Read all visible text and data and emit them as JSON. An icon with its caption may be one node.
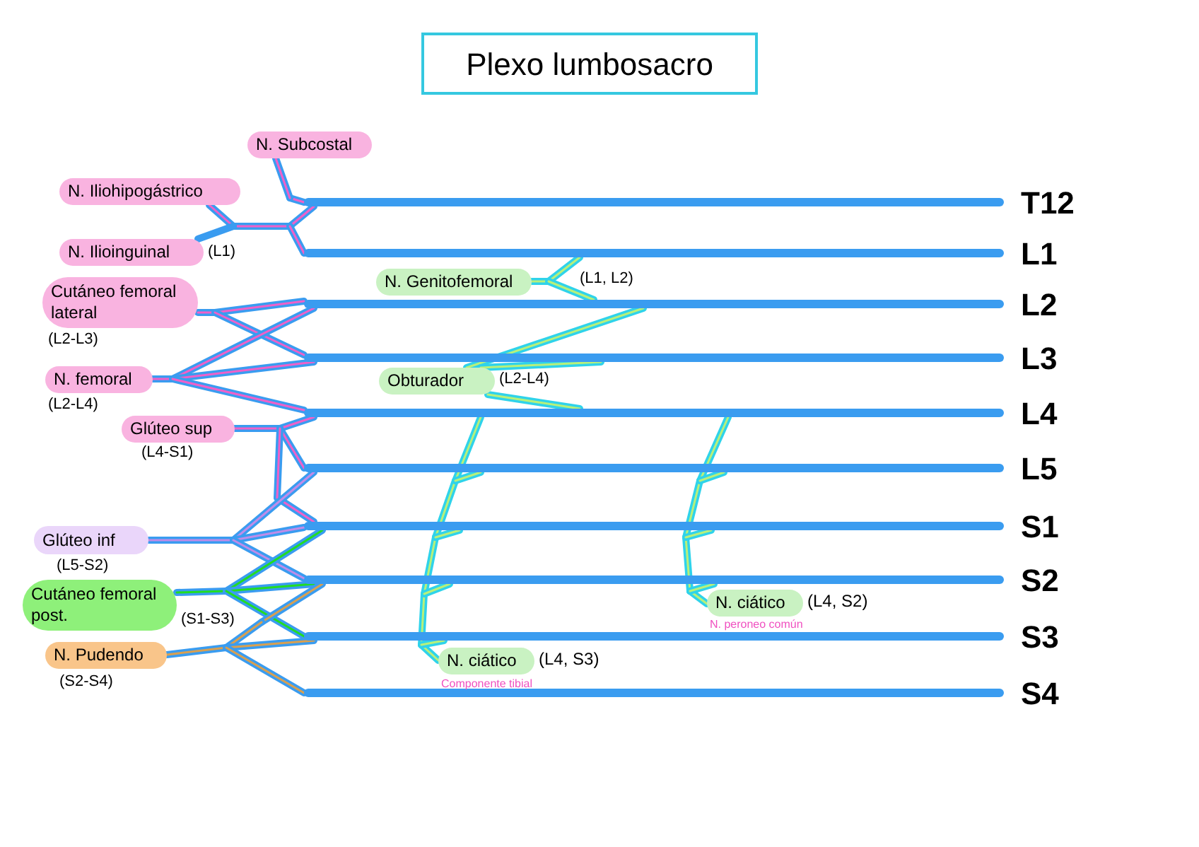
{
  "diagram": {
    "title": "Plexo lumbosacro",
    "nodes": [
      {
        "text": [],
        "shape": "bar",
        "beside": [
          "T12"
        ]
      },
      {
        "text": [],
        "shape": "bar",
        "beside": [
          "L1"
        ]
      },
      {
        "text": [],
        "shape": "bar",
        "beside": [
          "L2"
        ]
      },
      {
        "text": [],
        "shape": "bar",
        "beside": [
          "L3"
        ]
      },
      {
        "text": [],
        "shape": "bar",
        "beside": [
          "L4"
        ]
      },
      {
        "text": [],
        "shape": "bar",
        "beside": [
          "L5"
        ]
      },
      {
        "text": [],
        "shape": "bar",
        "beside": [
          "S1"
        ]
      },
      {
        "text": [],
        "shape": "bar",
        "beside": [
          "S2"
        ]
      },
      {
        "text": [],
        "shape": "bar",
        "beside": [
          "S3"
        ]
      },
      {
        "text": [],
        "shape": "bar",
        "beside": [
          "S4"
        ]
      },
      {
        "text": [
          "N. Subcostal"
        ]
      },
      {
        "text": [
          "N. Iliohipogástrico"
        ]
      },
      {
        "text": [
          "N. Ilioinguinal"
        ],
        "beside": [
          "(L1)"
        ]
      },
      {
        "text": [
          "Cutáneo femoral lateral"
        ],
        "beside": [
          "(L2-L3)"
        ]
      },
      {
        "text": [
          "N. femoral"
        ],
        "beside": [
          "(L2-L4)"
        ]
      },
      {
        "text": [
          "Glúteo sup"
        ],
        "beside": [
          "(L4-S1)"
        ]
      },
      {
        "text": [
          "Glúteo inf"
        ],
        "beside": [
          "(L5-S2)"
        ]
      },
      {
        "text": [
          "Cutáneo femoral post."
        ],
        "beside": [
          "(S1-S3)"
        ]
      },
      {
        "text": [
          "N. Pudendo"
        ],
        "beside": [
          "(S2-S4)"
        ]
      },
      {
        "text": [
          "N. Genitofemoral"
        ]
      },
      {
        "text": [
          "Obturador"
        ],
        "beside": [
          "(L2-L4)"
        ]
      },
      {
        "text": [
          "N. ciático"
        ],
        "beside": [
          "(L4, S3)",
          "Componente tibial"
        ]
      },
      {
        "text": [
          "N. ciático"
        ],
        "beside": [
          "(L4, S2)",
          "N. peroneo común"
        ]
      }
    ],
    "edges": [
      {
        "from": 0,
        "to": 10,
        "arrow": "none"
      },
      {
        "from": 0,
        "to": 11,
        "arrow": "none"
      },
      {
        "from": 1,
        "to": 11,
        "arrow": "none"
      },
      {
        "from": 1,
        "to": 12,
        "arrow": "none"
      },
      {
        "from": 2,
        "to": 13,
        "arrow": "none"
      },
      {
        "from": 3,
        "to": 13,
        "arrow": "none"
      },
      {
        "from": 2,
        "to": 14,
        "arrow": "none"
      },
      {
        "from": 3,
        "to": 14,
        "arrow": "none"
      },
      {
        "from": 4,
        "to": 14,
        "arrow": "none"
      },
      {
        "from": 4,
        "to": 15,
        "arrow": "none"
      },
      {
        "from": 5,
        "to": 15,
        "arrow": "none"
      },
      {
        "from": 6,
        "to": 15,
        "arrow": "none"
      },
      {
        "from": 5,
        "to": 16,
        "arrow": "none"
      },
      {
        "from": 6,
        "to": 16,
        "arrow": "none"
      },
      {
        "from": 7,
        "to": 16,
        "arrow": "none"
      },
      {
        "from": 6,
        "to": 17,
        "arrow": "none"
      },
      {
        "from": 7,
        "to": 17,
        "arrow": "none"
      },
      {
        "from": 8,
        "to": 17,
        "arrow": "none"
      },
      {
        "from": 7,
        "to": 18,
        "arrow": "none"
      },
      {
        "from": 8,
        "to": 18,
        "arrow": "none"
      },
      {
        "from": 9,
        "to": 18,
        "arrow": "none"
      },
      {
        "from": 1,
        "to": 19,
        "arrow": "none",
        "color": "#2fd3ea"
      },
      {
        "from": 2,
        "to": 19,
        "arrow": "none",
        "color": "#2fd3ea"
      },
      {
        "from": 2,
        "to": 20,
        "arrow": "none",
        "color": "#2fd3ea"
      },
      {
        "from": 3,
        "to": 20,
        "arrow": "none",
        "color": "#2fd3ea"
      },
      {
        "from": 4,
        "to": 20,
        "arrow": "none",
        "color": "#2fd3ea"
      },
      {
        "from": 4,
        "to": 21,
        "arrow": "none",
        "color": "#2fd3ea"
      },
      {
        "from": 5,
        "to": 21,
        "arrow": "none",
        "color": "#2fd3ea"
      },
      {
        "from": 6,
        "to": 21,
        "arrow": "none",
        "color": "#2fd3ea"
      },
      {
        "from": 7,
        "to": 21,
        "arrow": "none",
        "color": "#2fd3ea"
      },
      {
        "from": 8,
        "to": 21,
        "arrow": "none",
        "color": "#2fd3ea"
      },
      {
        "from": 4,
        "to": 22,
        "arrow": "none",
        "color": "#2fd3ea"
      },
      {
        "from": 5,
        "to": 22,
        "arrow": "none",
        "color": "#2fd3ea"
      },
      {
        "from": 6,
        "to": 22,
        "arrow": "none",
        "color": "#2fd3ea"
      },
      {
        "from": 7,
        "to": 22,
        "arrow": "none",
        "color": "#2fd3ea"
      }
    ],
    "labels": [
      "(L1, L2)"
    ]
  }
}
